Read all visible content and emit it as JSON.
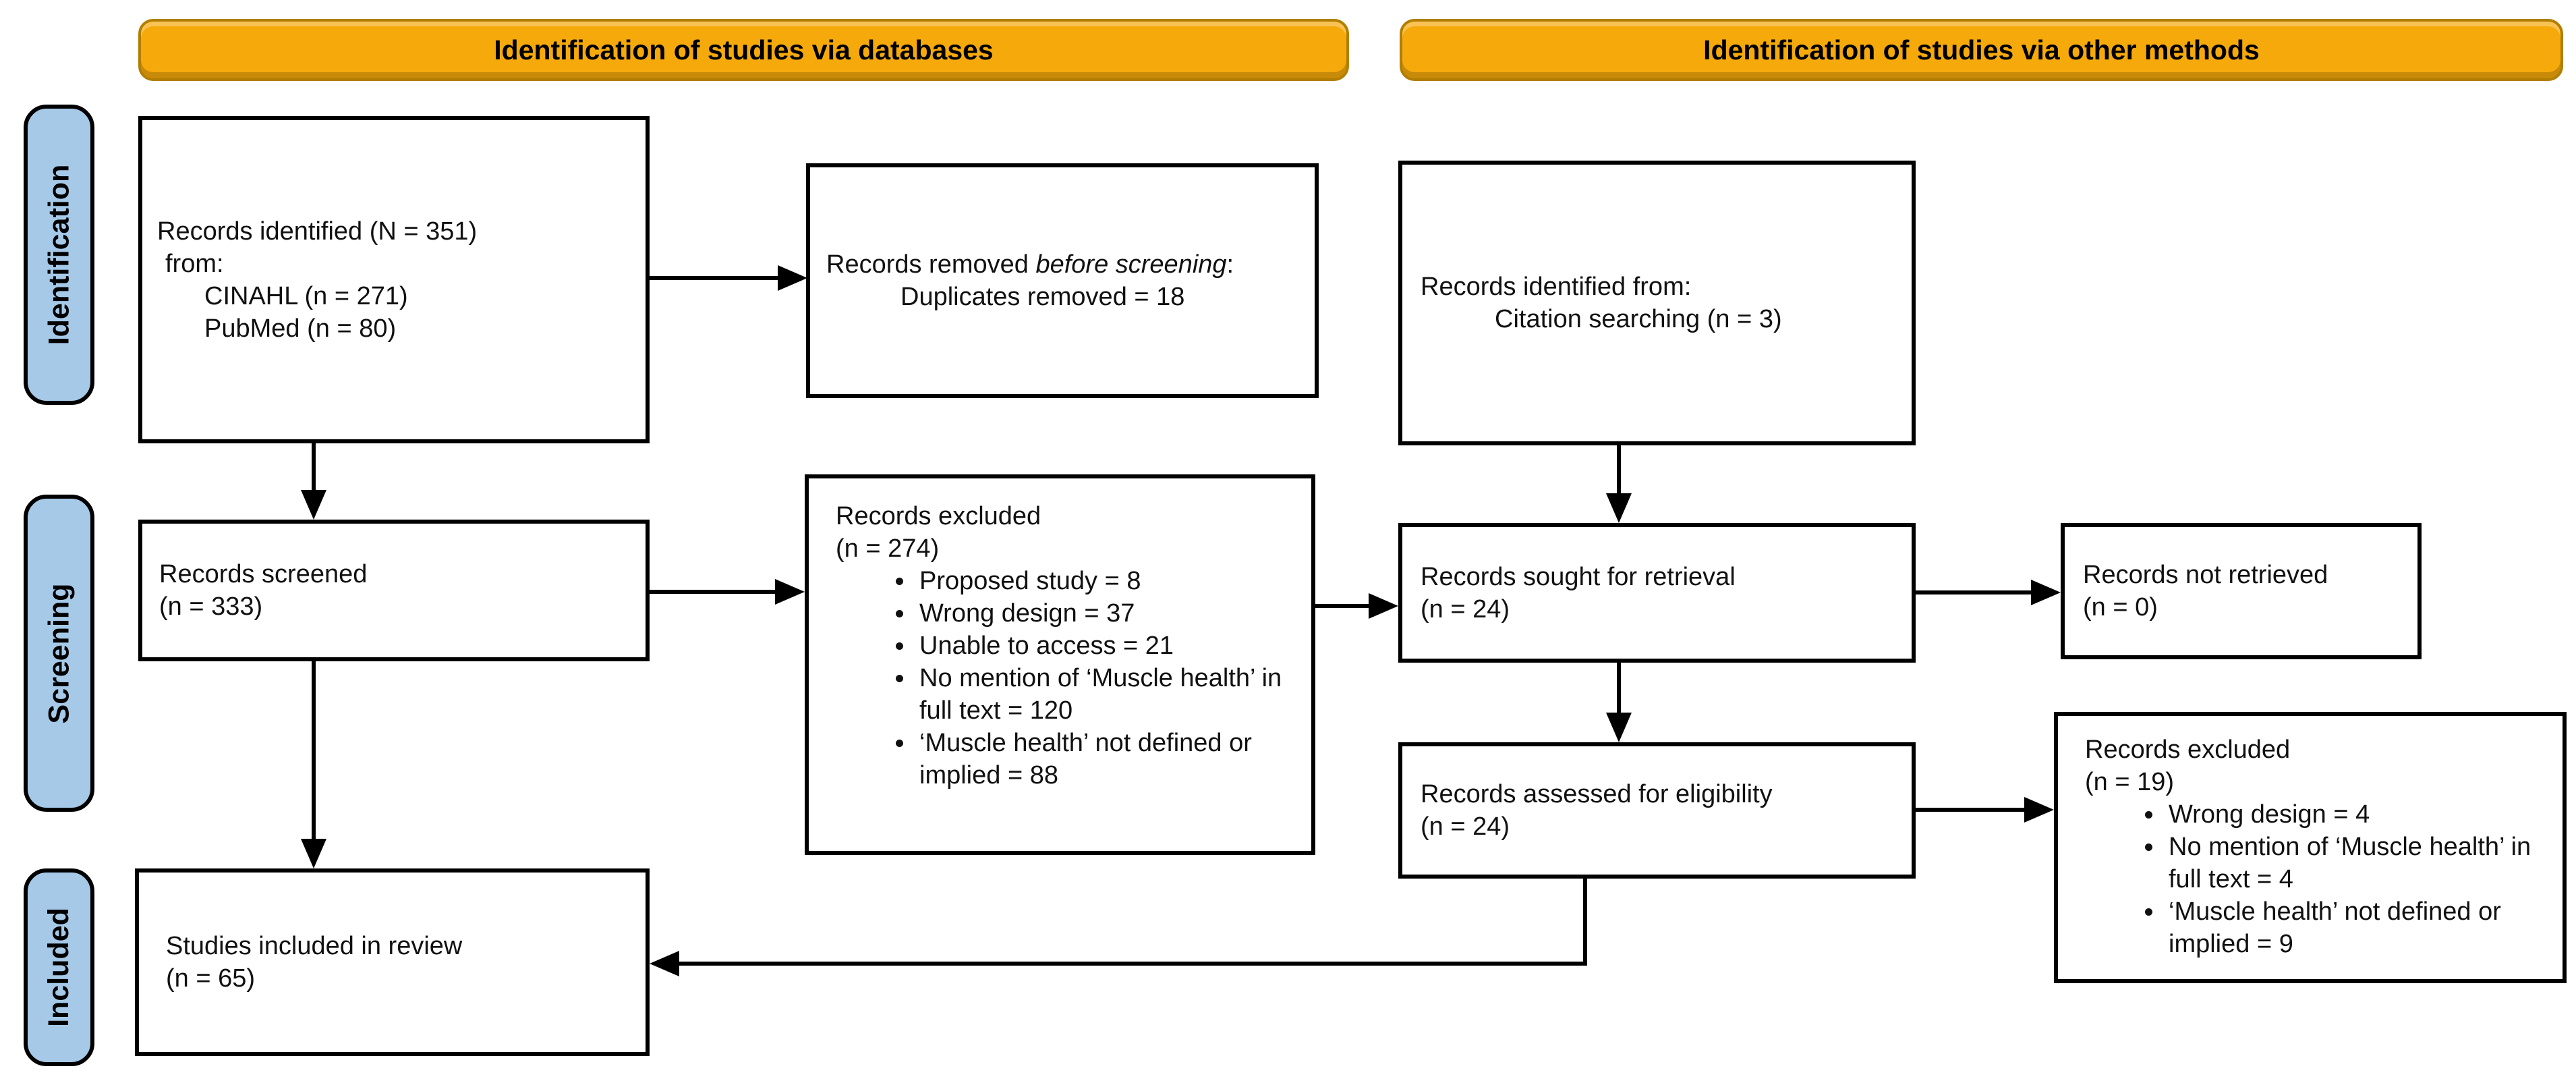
{
  "colors": {
    "header_fill": "#F5A90B",
    "header_border": "#B27E00",
    "stage_fill": "#A6C9E8",
    "box_border": "#000000",
    "text": "#111111"
  },
  "column_headers": {
    "databases": "Identification of studies via databases",
    "other_methods": "Identification of studies via other methods"
  },
  "stages": {
    "identification": "Identification",
    "screening": "Screening",
    "included": "Included"
  },
  "boxes": {
    "records_identified": {
      "line1": "Records identified (N = 351)",
      "line2": "from:",
      "sources": [
        "CINAHL (n = 271)",
        "PubMed (n = 80)"
      ]
    },
    "records_removed": {
      "prefix": "Records removed ",
      "italic": "before screening",
      "suffix": ":",
      "detail": "Duplicates removed = 18"
    },
    "records_identified_other": {
      "line1": "Records identified from:",
      "detail": "Citation searching (n = 3)"
    },
    "records_screened": {
      "line1": "Records screened",
      "line2": "(n = 333)"
    },
    "records_excluded_db": {
      "line1": "Records excluded",
      "line2": "(n = 274)",
      "items": [
        "Proposed study = 8",
        "Wrong design = 37",
        "Unable to access = 21",
        "No mention of ‘Muscle health’ in full text = 120",
        "‘Muscle health’ not defined or implied = 88"
      ]
    },
    "records_sought": {
      "line1": "Records sought for retrieval",
      "line2": "(n = 24)"
    },
    "records_not_retrieved": {
      "line1": "Records not retrieved",
      "line2": "(n = 0)"
    },
    "records_assessed": {
      "line1": "Records assessed for eligibility",
      "line2": "(n = 24)"
    },
    "records_excluded_other": {
      "line1": "Records excluded",
      "line2": "(n = 19)",
      "items": [
        "Wrong design = 4",
        "No mention of ‘Muscle health’ in full text = 4",
        "‘Muscle health’ not defined or implied = 9"
      ]
    },
    "studies_included": {
      "line1": "Studies included in review",
      "line2": "(n = 65)"
    }
  }
}
